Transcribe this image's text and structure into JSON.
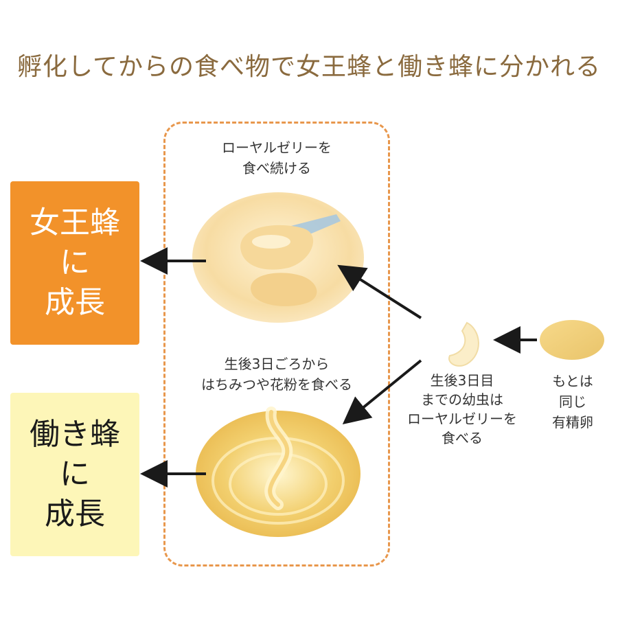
{
  "title": "孵化してからの食べ物で女王蜂と働き蜂に分かれる",
  "royal_jelly_caption": [
    "ローヤルゼリーを",
    "食べ続ける"
  ],
  "honey_caption": [
    "生後3日ごろから",
    "はちみつや花粉を食べる"
  ],
  "queen": {
    "lines": [
      "女王蜂",
      "に",
      "成長"
    ]
  },
  "worker": {
    "lines": [
      "働き蜂",
      "に",
      "成長"
    ]
  },
  "larva_caption": [
    "生後3日目",
    "までの幼虫は",
    "ローヤルゼリーを",
    "食べる"
  ],
  "egg_caption": [
    "もとは",
    "同じ",
    "有精卵"
  ],
  "colors": {
    "queen_box": "#f2922a",
    "worker_box": "#fdf6b8",
    "dashed_border": "#e8974c",
    "title": "#8a6a3e"
  }
}
